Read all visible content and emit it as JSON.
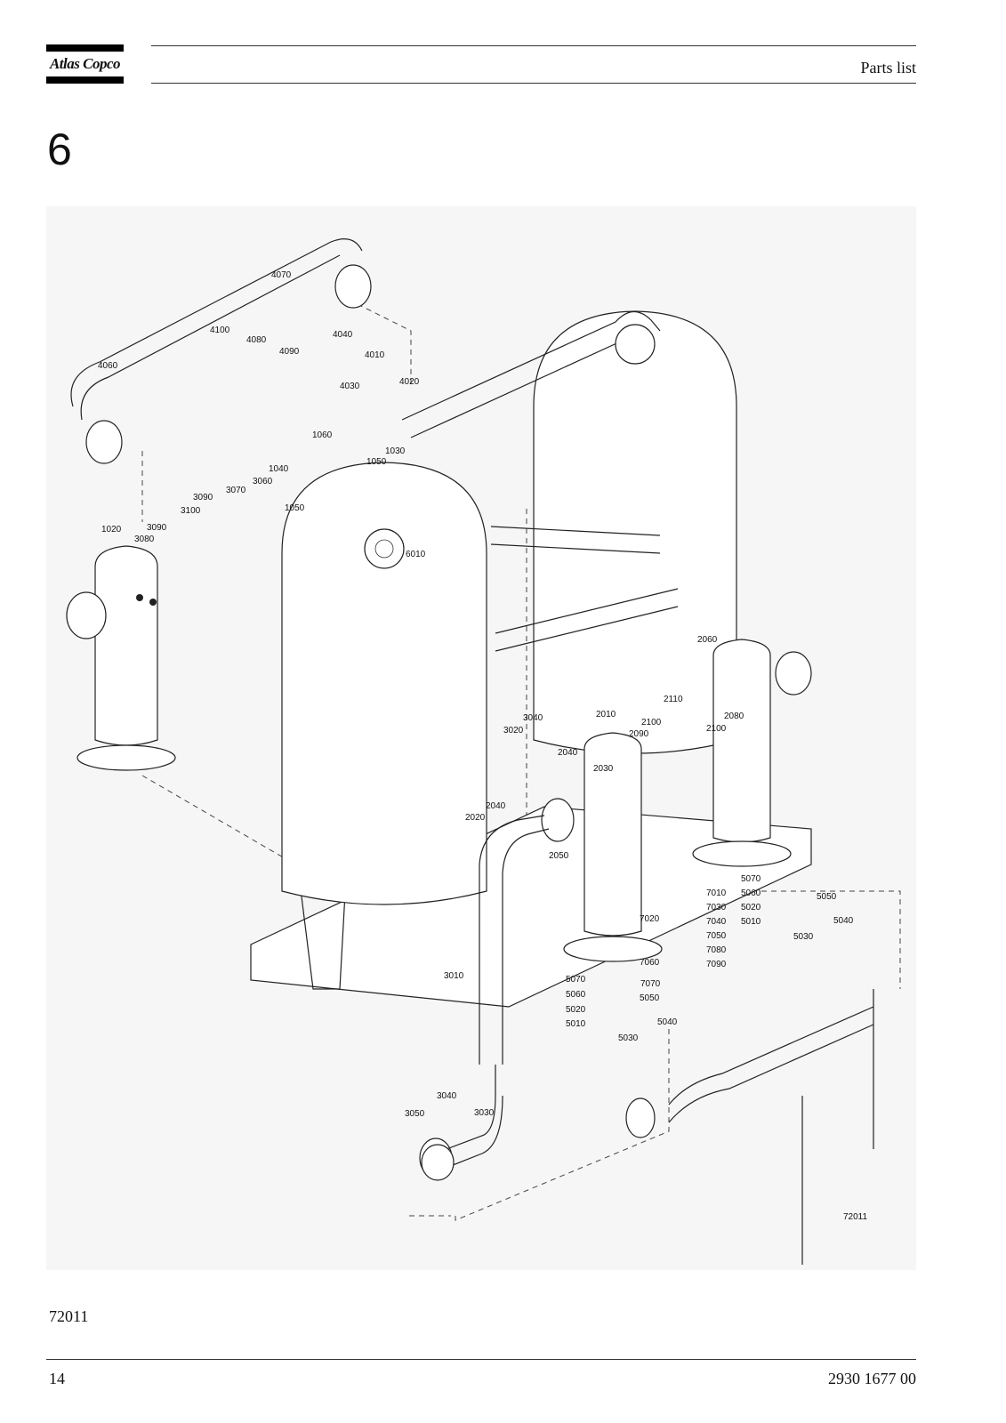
{
  "header": {
    "logo_text": "Atlas Copco",
    "section_title": "Parts list"
  },
  "chapter_number": "6",
  "figure": {
    "ref": "72011",
    "callouts": [
      "4070",
      "4100",
      "4080",
      "4090",
      "4040",
      "4010",
      "4060",
      "4030",
      "4020",
      "1060",
      "1030",
      "1050",
      "1040",
      "3060",
      "3070",
      "3090",
      "1050",
      "3100",
      "1020",
      "3090",
      "3080",
      "6010",
      "2060",
      "2110",
      "2080",
      "3040",
      "2010",
      "2100",
      "3020",
      "2090",
      "2100",
      "2040",
      "2030",
      "2040",
      "2020",
      "2050",
      "5070",
      "7010",
      "5060",
      "5050",
      "7030",
      "5020",
      "7020",
      "5040",
      "5010",
      "7040",
      "5030",
      "7050",
      "7080",
      "7060",
      "7090",
      "3010",
      "5070",
      "7070",
      "5060",
      "5050",
      "5020",
      "5040",
      "5010",
      "5030",
      "3040",
      "3050",
      "3030"
    ]
  },
  "caption": "72011",
  "footer": {
    "page_number": "14",
    "doc_number": "2930 1677 00"
  }
}
